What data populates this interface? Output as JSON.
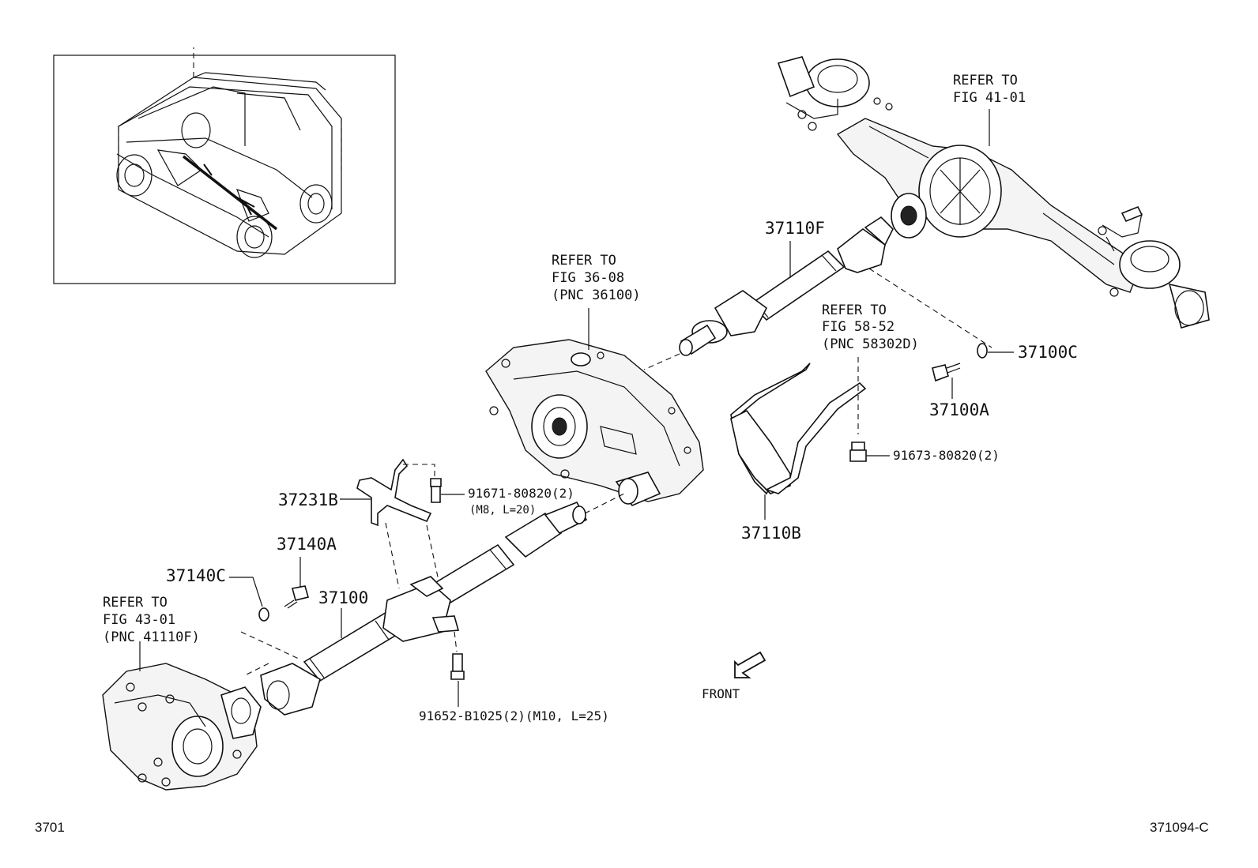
{
  "labels": {
    "refer_rear_axle": [
      "REFER TO",
      "FIG 41-01"
    ],
    "refer_transfer": [
      "REFER TO",
      "FIG 36-08",
      "(PNC 36100)"
    ],
    "refer_bracket": [
      "REFER TO",
      "FIG 58-52",
      "(PNC 58302D)"
    ],
    "refer_front_diff": [
      "REFER TO",
      "FIG 43-01",
      "(PNC 41110F)"
    ],
    "p37110F": "37110F",
    "p37100C": "37100C",
    "p37100A": "37100A",
    "p91673": "91673-80820(2)",
    "p37110B": "37110B",
    "p91671": "91671-80820(2)",
    "p91671_sub": "(M8, L=20)",
    "p37231B": "37231B",
    "p37140A": "37140A",
    "p37140C": "37140C",
    "p37100": "37100",
    "p91652": "91652-B1025(2)(M10, L=25)",
    "front": "FRONT"
  },
  "footer": {
    "left_code": "3701",
    "right_code": "371094-C"
  },
  "icons": {
    "front_arrow": "arrow-down-left-icon"
  }
}
